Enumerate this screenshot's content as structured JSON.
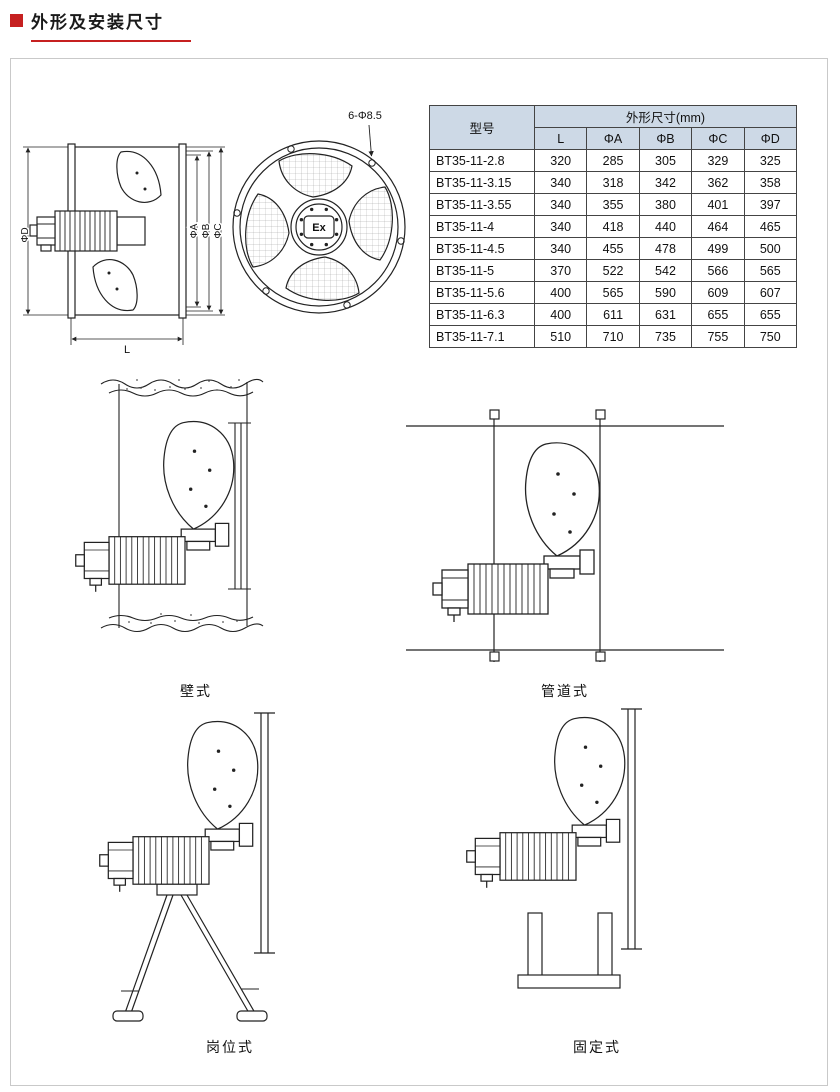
{
  "page": {
    "title": "外形及安装尺寸"
  },
  "table": {
    "model_header": "型号",
    "dims_header": "外形尺寸(mm)",
    "columns": [
      "L",
      "ΦA",
      "ΦB",
      "ΦC",
      "ΦD"
    ],
    "rows": [
      {
        "model": "BT35-11-2.8",
        "values": [
          "320",
          "285",
          "305",
          "329",
          "325"
        ]
      },
      {
        "model": "BT35-11-3.15",
        "values": [
          "340",
          "318",
          "342",
          "362",
          "358"
        ]
      },
      {
        "model": "BT35-11-3.55",
        "values": [
          "340",
          "355",
          "380",
          "401",
          "397"
        ]
      },
      {
        "model": "BT35-11-4",
        "values": [
          "340",
          "418",
          "440",
          "464",
          "465"
        ]
      },
      {
        "model": "BT35-11-4.5",
        "values": [
          "340",
          "455",
          "478",
          "499",
          "500"
        ]
      },
      {
        "model": "BT35-11-5",
        "values": [
          "370",
          "522",
          "542",
          "566",
          "565"
        ]
      },
      {
        "model": "BT35-11-5.6",
        "values": [
          "400",
          "565",
          "590",
          "609",
          "607"
        ]
      },
      {
        "model": "BT35-11-6.3",
        "values": [
          "400",
          "611",
          "631",
          "655",
          "655"
        ]
      },
      {
        "model": "BT35-11-7.1",
        "values": [
          "510",
          "710",
          "735",
          "755",
          "750"
        ]
      }
    ]
  },
  "drawings": {
    "dim_d": "ΦD",
    "dim_a": "ΦA",
    "dim_b": "ΦB",
    "dim_c": "ΦC",
    "dim_l": "L",
    "bolt_note": "6-Φ8.5",
    "ex_mark": "Ex"
  },
  "installations": [
    {
      "label": "壁式"
    },
    {
      "label": "管道式"
    },
    {
      "label": "岗位式"
    },
    {
      "label": "固定式"
    }
  ],
  "colors": {
    "accent_red": "#c62020",
    "table_header_bg": "#cdd9e6"
  }
}
